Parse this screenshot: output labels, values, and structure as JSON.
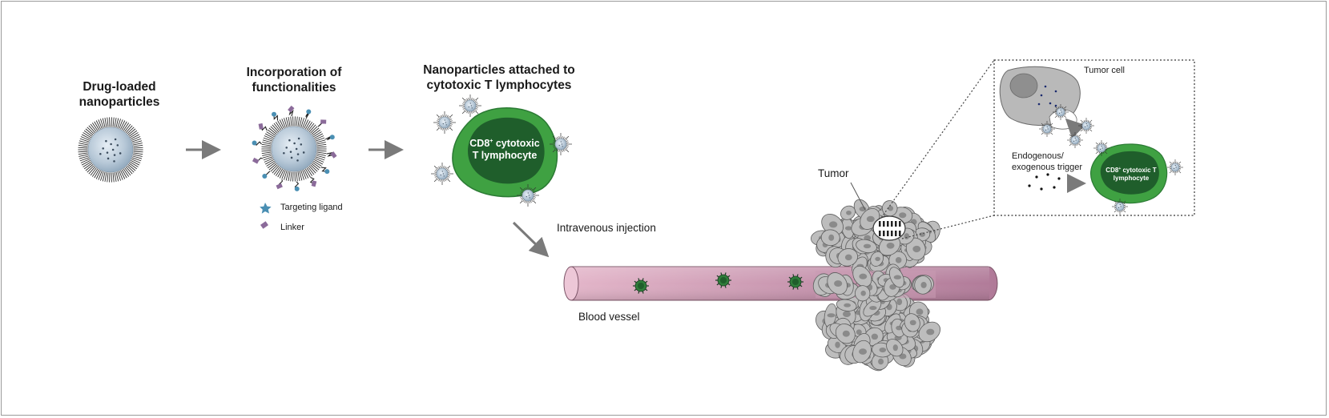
{
  "steps": {
    "step1_title": [
      "Drug-loaded",
      "nanoparticles"
    ],
    "step2_title": [
      "Incorporation of",
      "functionalities"
    ],
    "step3_title": [
      "Nanoparticles attached to",
      "cytotoxic T lymphocytes"
    ]
  },
  "legend": {
    "targeting_ligand": "Targeting ligand",
    "linker": "Linker"
  },
  "t_cell_label": [
    "CD8",
    "+",
    " cytotoxic",
    "T lymphocyte"
  ],
  "labels": {
    "intravenous_injection": "Intravenous injection",
    "blood_vessel": "Blood vessel",
    "tumor": "Tumor"
  },
  "inset": {
    "tumor_cell": "Tumor cell",
    "trigger": [
      "Endogenous/",
      "exogenous trigger"
    ],
    "t_cell_label": [
      "CD8",
      "+",
      " cytotoxic T",
      "lymphocyte"
    ]
  },
  "colors": {
    "t_cell_outer": "#3fa142",
    "t_cell_inner": "#1f5e2b",
    "vessel_light": "#e3b5c9",
    "vessel_dark": "#b07a98",
    "tumor_cell": "#b9b9b9",
    "arrow": "#7a7a7a"
  }
}
